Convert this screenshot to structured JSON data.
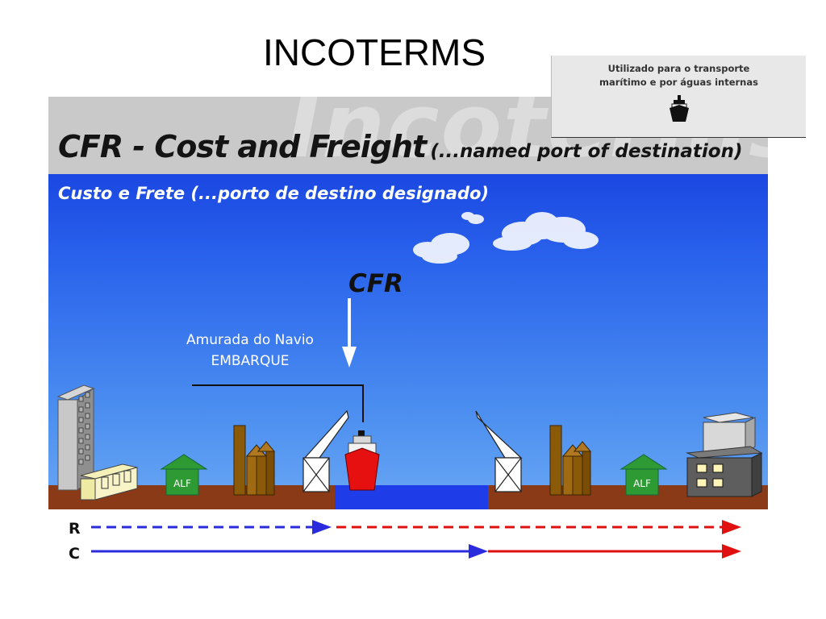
{
  "slide": {
    "title": "INCOTERMS"
  },
  "panel": {
    "watermark": "Incoterms",
    "heading_main": "CFR - Cost and Freight",
    "heading_sub": "(...named port of destination)",
    "subtitle": "Custo e Frete (...porto de destino designado)"
  },
  "info_box": {
    "line1": "Utilizado para o transporte",
    "line2": "marítimo e por águas internas",
    "icon": "ship-icon"
  },
  "scene": {
    "term_label": "CFR",
    "delivery_point_line1": "Amurada do Navio",
    "delivery_point_line2": "EMBARQUE",
    "warehouse_left_label": "ALF",
    "warehouse_right_label": "ALF"
  },
  "legend": {
    "risk_label": "R",
    "cost_label": "C",
    "seller_color": "#2b2bde",
    "buyer_color": "#e01010"
  }
}
